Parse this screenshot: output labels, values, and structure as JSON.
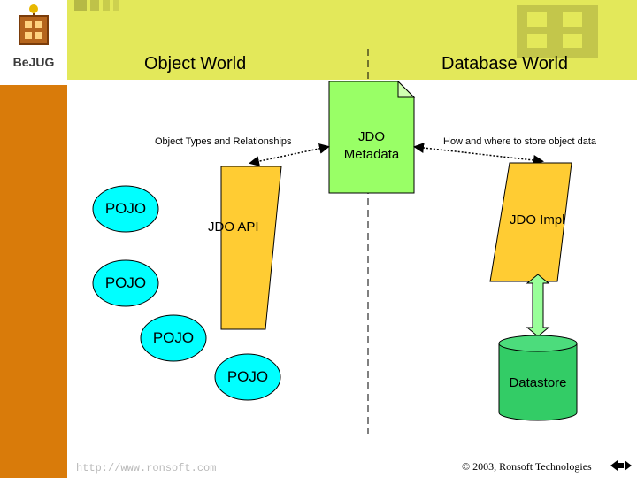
{
  "logo": {
    "text": "BeJUG"
  },
  "headers": {
    "left": "Object World",
    "right": "Database World"
  },
  "metadata_doc": {
    "line1": "JDO",
    "line2": "Metadata"
  },
  "annotations": {
    "left": "Object Types and Relationships",
    "right": "How and where to store object data"
  },
  "pojos": [
    "POJO",
    "POJO",
    "POJO",
    "POJO"
  ],
  "jdo_api": "JDO API",
  "jdo_impl": "JDO Impl",
  "datastore": "Datastore",
  "footer": {
    "url": "http://www.ronsoft.com",
    "copyright": "© 2003, Ronsoft Technologies"
  },
  "colors": {
    "sidebar": "#d97b0a",
    "banner": "#e3e85a",
    "pojo_fill": "#00ffff",
    "jdo_fill": "#ffcc33",
    "metadata_fill": "#99ff66",
    "datastore_fill": "#33cc66",
    "connector_fill": "#99ff99"
  }
}
